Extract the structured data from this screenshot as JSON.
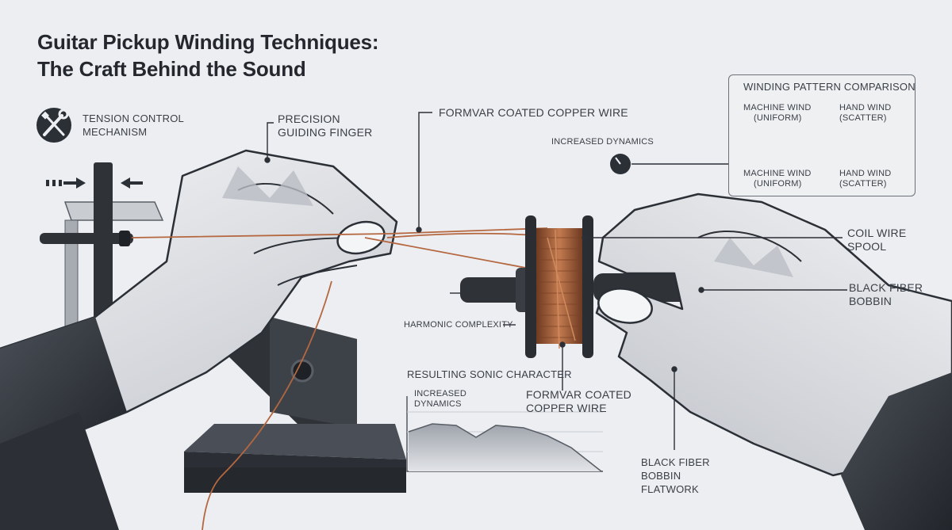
{
  "title_line1": "Guitar Pickup Winding Techniques:",
  "title_line2": "The Craft Behind the Sound",
  "labels": {
    "tension_line1": "Tension Control",
    "tension_line2": "Mechanism",
    "guide_line1": "Precision",
    "guide_line2": "Guiding Finger",
    "wire_top": "Formvar Coated Copper Wire",
    "increased_dynamics": "Increased Dynamics",
    "coil_line1": "Coil Wire",
    "coil_line2": "Spool",
    "bobbin_line1": "Black Fiber",
    "bobbin_line2": "Bobbin",
    "harmonic": "Harmonic Complexity",
    "sonic_title": "Resulting Sonic Character",
    "chart_dyn_line1": "Increased",
    "chart_dyn_line2": "Dynamics",
    "wire_mid_line1": "Formvar Coated",
    "wire_mid_line2": "Copper Wire",
    "flatwork_line1": "Black Fiber",
    "flatwork_line2": "Bobbin",
    "flatwork_line3": "Flatwork"
  },
  "comparison": {
    "title": "Winding Pattern Comparison",
    "machine_top_line1": "Machine Wind",
    "machine_top_line2": "(Uniform)",
    "hand_top_line1": "Hand Wind",
    "hand_top_line2": "(Scatter)",
    "machine_bottom_line1": "Machine Wind",
    "machine_bottom_line2": "(Uniform)",
    "hand_bottom_line1": "Hand Wind",
    "hand_bottom_line2": "(Scatter)"
  },
  "icons": {
    "tools": "wrench-screwdriver-icon",
    "arrows": "compress-arrows-icon"
  },
  "colors": {
    "background": "#eceef1",
    "ink": "#2b2f36",
    "copper": "#b5673f",
    "dark_metal": "#2e3238",
    "skin": "#e4e6ea"
  }
}
